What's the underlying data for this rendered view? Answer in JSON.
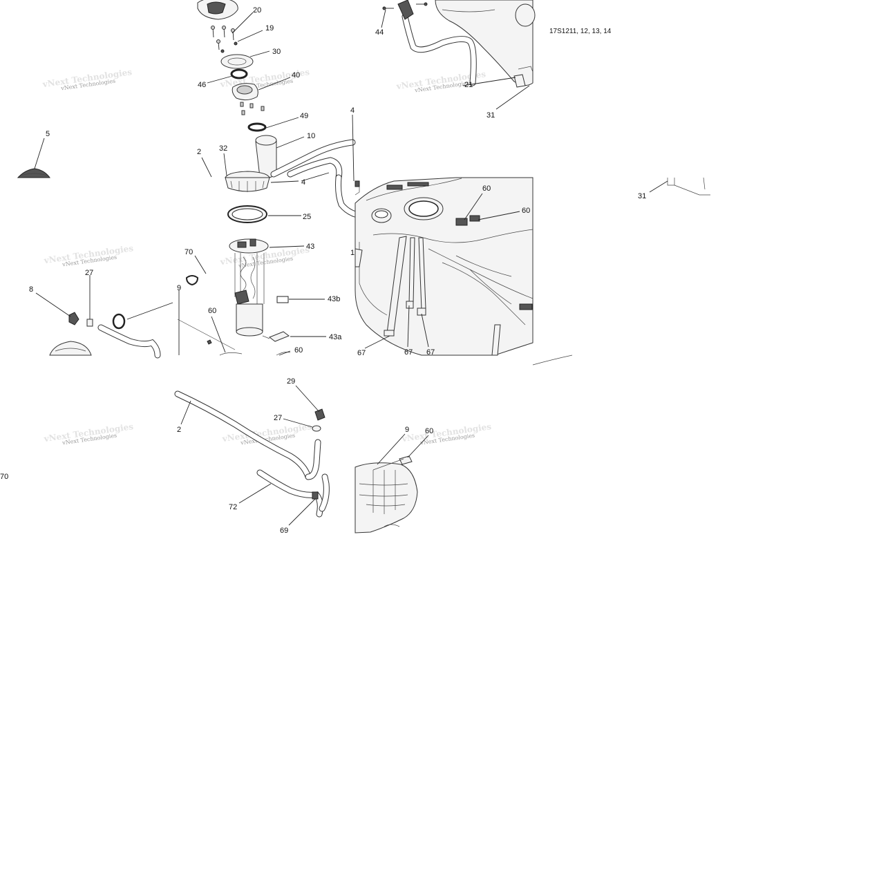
{
  "diagram": {
    "reference_code": "17S1211, 12, 13, 14",
    "watermark": "vNext Technologies",
    "callouts": [
      {
        "id": "c20",
        "label": "20"
      },
      {
        "id": "c19",
        "label": "19"
      },
      {
        "id": "c30",
        "label": "30"
      },
      {
        "id": "c40",
        "label": "40"
      },
      {
        "id": "c46",
        "label": "46"
      },
      {
        "id": "c49",
        "label": "49"
      },
      {
        "id": "c10",
        "label": "10"
      },
      {
        "id": "c2a",
        "label": "2"
      },
      {
        "id": "c32",
        "label": "32"
      },
      {
        "id": "c4a",
        "label": "4"
      },
      {
        "id": "c4b",
        "label": "4"
      },
      {
        "id": "c25",
        "label": "25"
      },
      {
        "id": "c43",
        "label": "43"
      },
      {
        "id": "c70a",
        "label": "70"
      },
      {
        "id": "c43b",
        "label": "43b"
      },
      {
        "id": "c43a",
        "label": "43a"
      },
      {
        "id": "c60a",
        "label": "60"
      },
      {
        "id": "c60b",
        "label": "60"
      },
      {
        "id": "c9a",
        "label": "9"
      },
      {
        "id": "c5",
        "label": "5"
      },
      {
        "id": "c8",
        "label": "8"
      },
      {
        "id": "c27a",
        "label": "27"
      },
      {
        "id": "c44",
        "label": "44"
      },
      {
        "id": "c21",
        "label": "21"
      },
      {
        "id": "c31a",
        "label": "31"
      },
      {
        "id": "c31b",
        "label": "31"
      },
      {
        "id": "c60c",
        "label": "60"
      },
      {
        "id": "c60d",
        "label": "60"
      },
      {
        "id": "c1",
        "label": "1"
      },
      {
        "id": "c67a",
        "label": "67"
      },
      {
        "id": "c67b",
        "label": "67"
      },
      {
        "id": "c67c",
        "label": "67"
      },
      {
        "id": "c29",
        "label": "29"
      },
      {
        "id": "c27b",
        "label": "27"
      },
      {
        "id": "c2b",
        "label": "2"
      },
      {
        "id": "c72",
        "label": "72"
      },
      {
        "id": "c69",
        "label": "69"
      },
      {
        "id": "c70b",
        "label": "70"
      },
      {
        "id": "c9b",
        "label": "9"
      },
      {
        "id": "c60e",
        "label": "60"
      }
    ]
  }
}
